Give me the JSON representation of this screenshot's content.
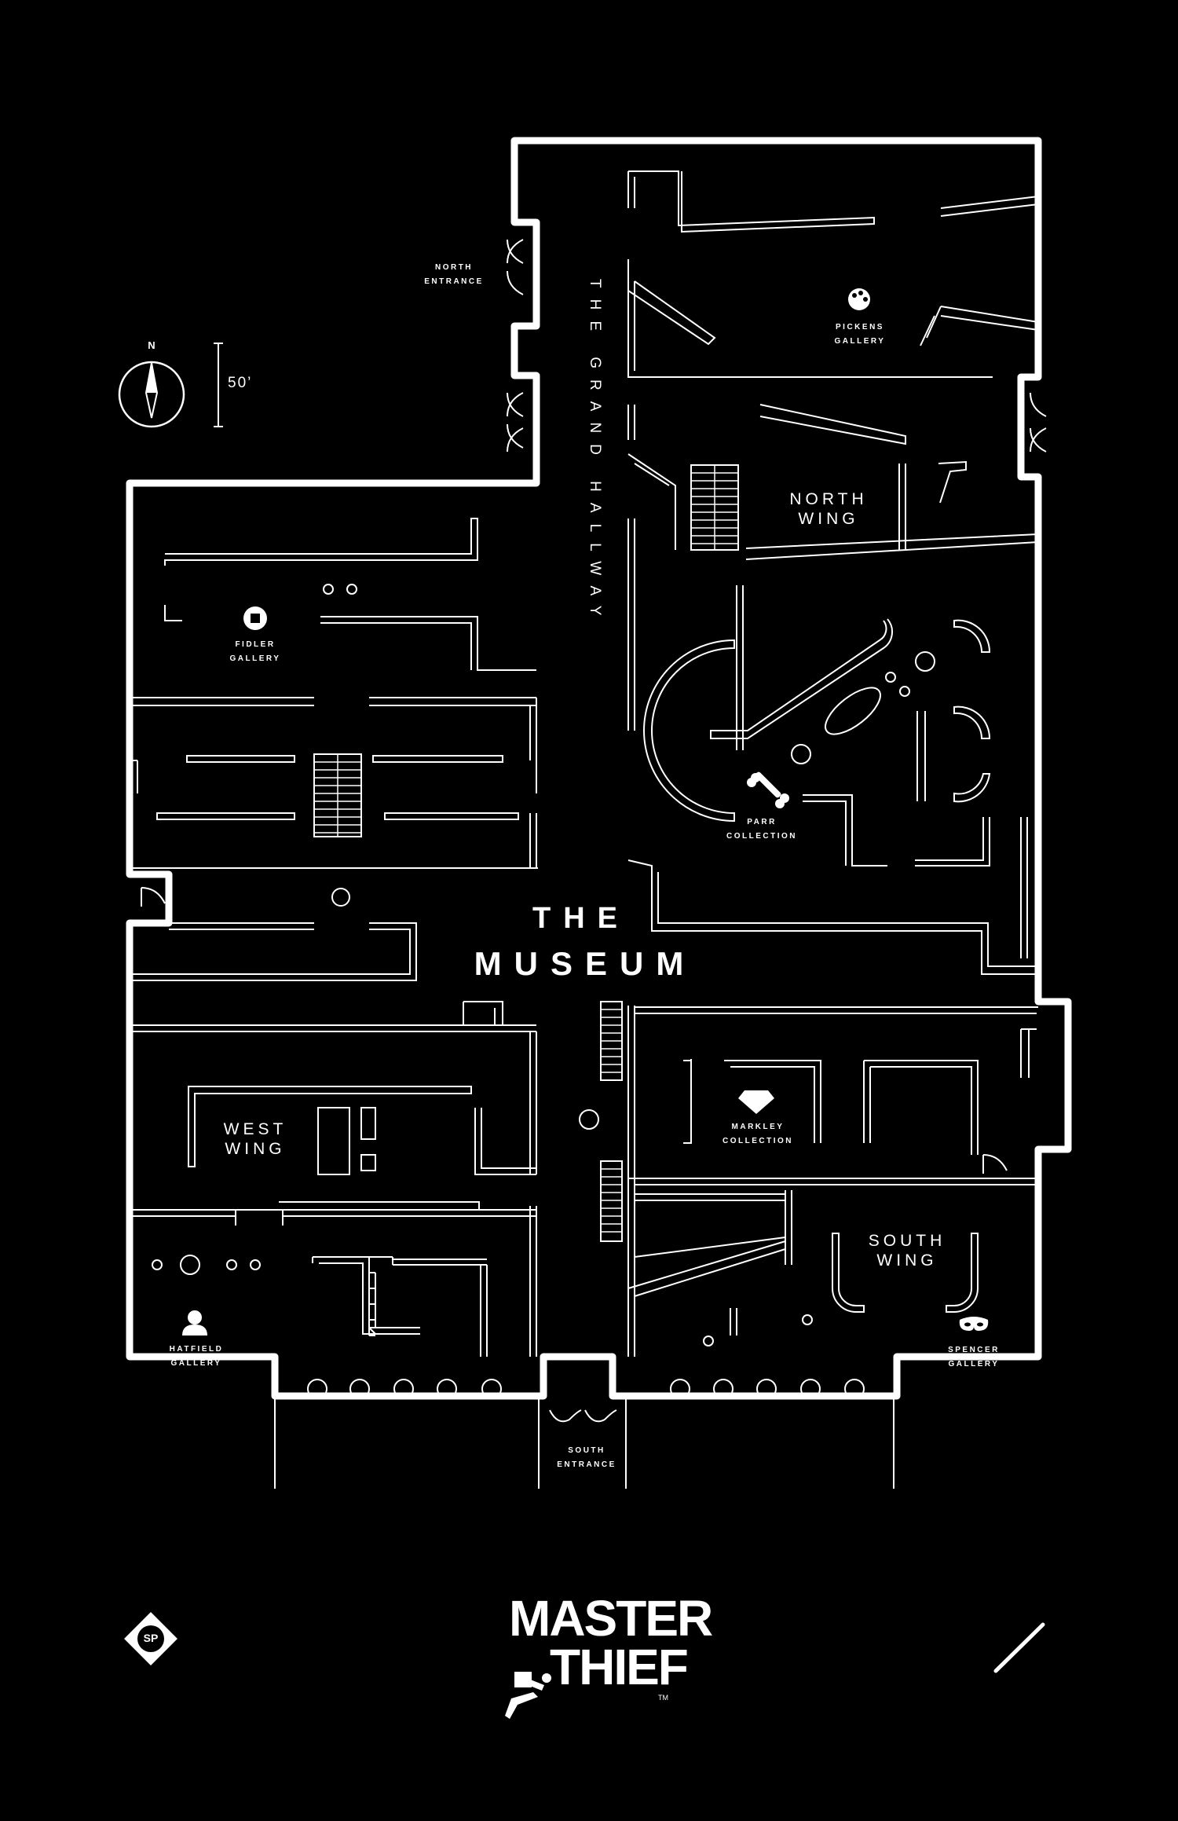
{
  "title": {
    "line1": "THE",
    "line2": "MUSEUM"
  },
  "hallway": "THE GRAND HALLWAY",
  "entrances": {
    "north": [
      "NORTH",
      "ENTRANCE"
    ],
    "south": [
      "SOUTH",
      "ENTRANCE"
    ]
  },
  "wings": {
    "north": [
      "NORTH",
      "WING"
    ],
    "west": [
      "WEST",
      "WING"
    ],
    "south": [
      "SOUTH",
      "WING"
    ]
  },
  "galleries": {
    "pickens": [
      "PICKENS",
      "GALLERY"
    ],
    "fidler": [
      "FIDLER",
      "GALLERY"
    ],
    "parr": [
      "PARR",
      "COLLECTION"
    ],
    "markley": [
      "MARKLEY",
      "COLLECTION"
    ],
    "hatfield": [
      "HATFIELD",
      "GALLERY"
    ],
    "spencer": [
      "SPENCER",
      "GALLERY"
    ]
  },
  "compass": {
    "label": "N"
  },
  "scale": {
    "label": "50’"
  },
  "logo": {
    "line1": "MASTER",
    "line2": "THIEF",
    "tm": "TM",
    "badge": "SP"
  },
  "icons": {
    "pickens": "palette-icon",
    "fidler": "coin-icon",
    "parr": "bone-icon",
    "markley": "diamond-icon",
    "hatfield": "bust-icon",
    "spencer": "mask-icon",
    "badge": "sp-badge-icon"
  },
  "colors": {
    "background": "#000000",
    "lines": "#ffffff"
  }
}
